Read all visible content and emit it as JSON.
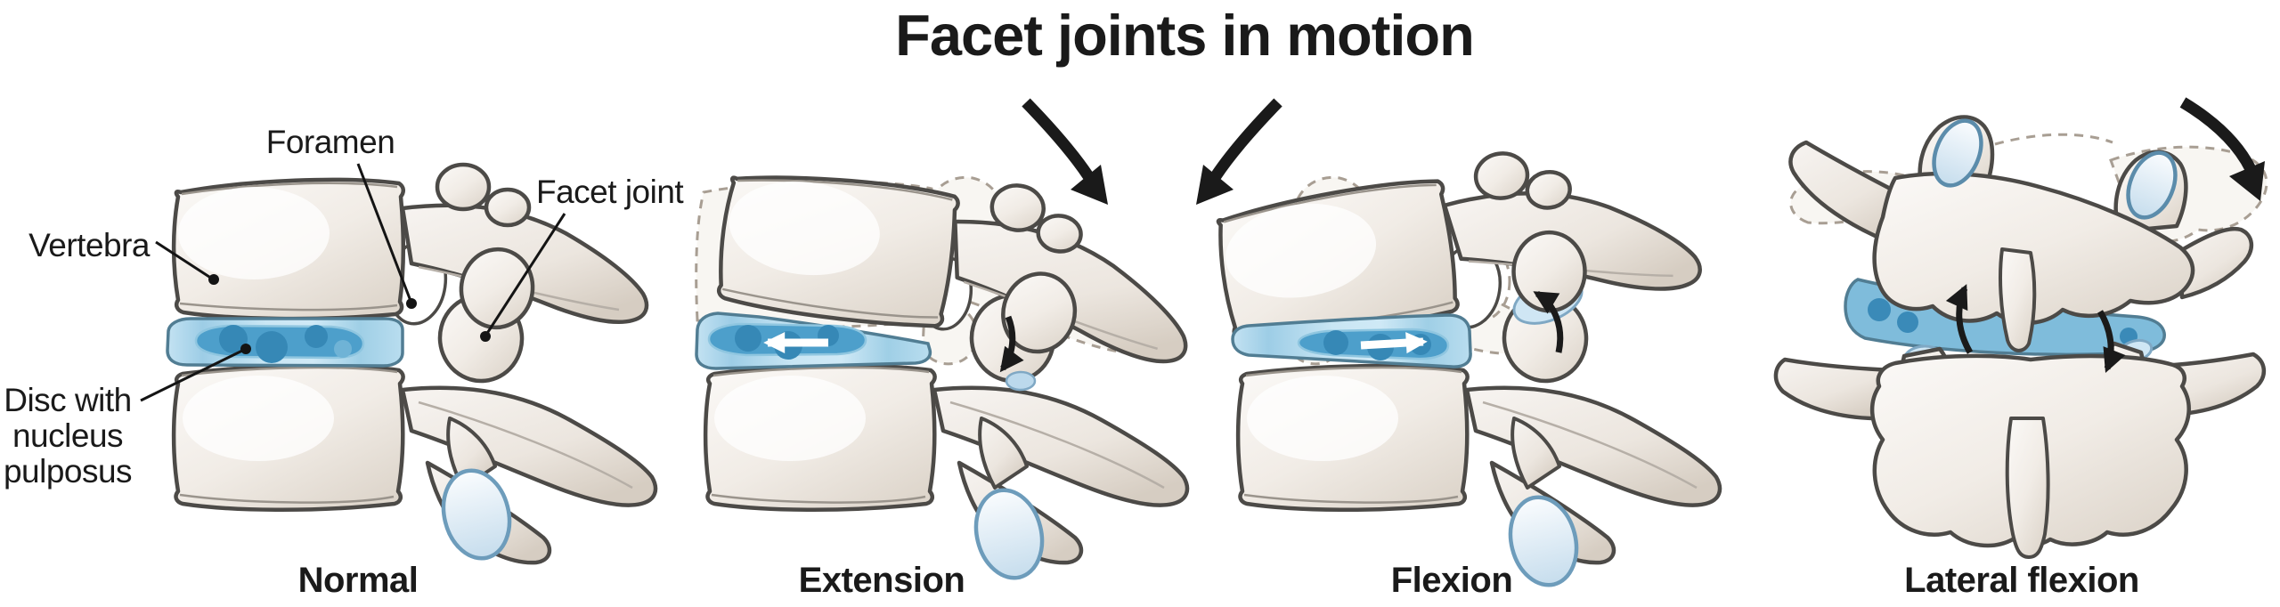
{
  "title": "Facet joints in motion",
  "panels": [
    {
      "id": "normal",
      "caption": "Normal"
    },
    {
      "id": "extension",
      "caption": "Extension"
    },
    {
      "id": "flexion",
      "caption": "Flexion"
    },
    {
      "id": "lateral-flexion",
      "caption": "Lateral flexion"
    }
  ],
  "labels": {
    "vertebra": "Vertebra",
    "foramen": "Foramen",
    "facet_joint": "Facet joint",
    "disc_lines": [
      "Disc with",
      "nucleus",
      "pulposus"
    ]
  },
  "motion_arrows": {
    "extension_rotation": "curved-down-right",
    "flexion_rotation": "curved-down-left",
    "lateral_flexion_rotation": "curved-down-right",
    "extension_facet": "small-down",
    "flexion_facet": "small-up",
    "lateral_left_facet": "small-up",
    "lateral_right_facet": "small-down",
    "extension_disc_nucleus": "white-left",
    "flexion_disc_nucleus": "white-right"
  },
  "colors": {
    "background": "#ffffff",
    "text": "#1a1a1a",
    "bone": "#f1ece7",
    "bone_outline": "#4c4a47",
    "disc_blue": "#9ccbe3",
    "nucleus_blue": "#3a8ab8",
    "facet_surface_blue": "#cfe6f4",
    "ghost_dash": "#a89e93",
    "arrow_black": "#1a1a1a"
  }
}
